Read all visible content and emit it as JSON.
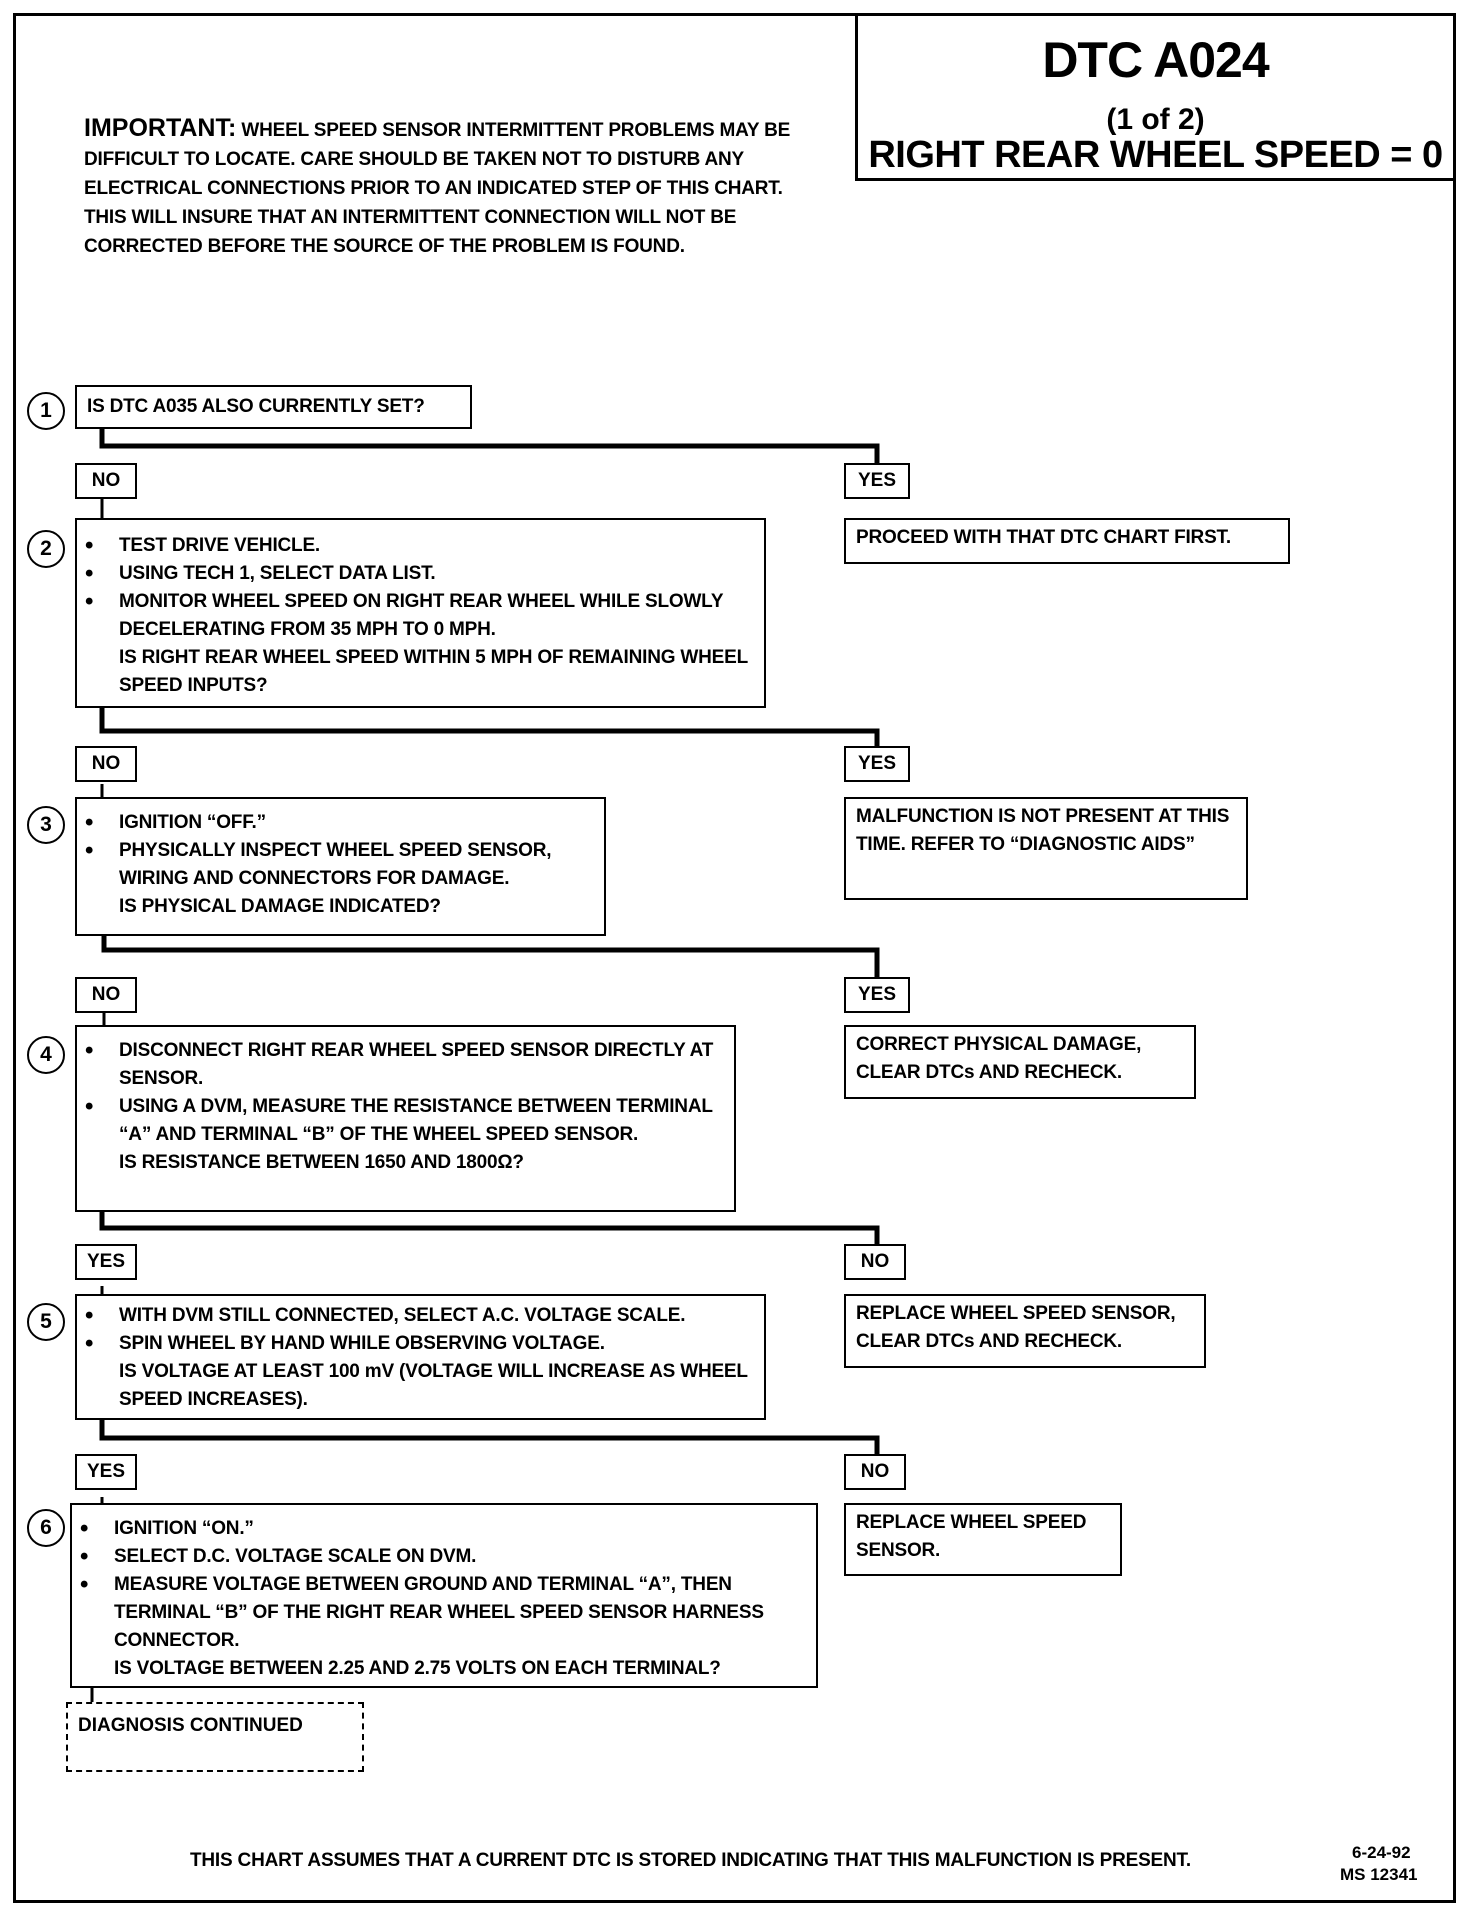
{
  "header": {
    "dtc": "DTC A024",
    "part": "(1 of 2)",
    "subtitle": "RIGHT REAR WHEEL SPEED = 0"
  },
  "important": {
    "lead": "IMPORTANT:",
    "text": "WHEEL SPEED SENSOR INTERMITTENT PROBLEMS MAY BE DIFFICULT TO LOCATE. CARE SHOULD BE TAKEN NOT TO DISTURB ANY ELECTRICAL CONNECTIONS PRIOR TO AN INDICATED STEP OF THIS CHART. THIS WILL INSURE THAT AN INTERMITTENT CONNECTION WILL NOT BE CORRECTED BEFORE THE SOURCE OF THE PROBLEM IS FOUND."
  },
  "steps": [
    {
      "number": "1",
      "bullets": [],
      "question": "IS DTC A035 ALSO CURRENTLY SET?",
      "left_label": "NO",
      "right_label": "YES",
      "right_action": "PROCEED WITH THAT DTC CHART FIRST."
    },
    {
      "number": "2",
      "bullets": [
        "TEST DRIVE VEHICLE.",
        "USING TECH 1, SELECT DATA LIST.",
        "MONITOR WHEEL SPEED ON RIGHT REAR WHEEL WHILE SLOWLY DECELERATING FROM 35 MPH TO 0 MPH."
      ],
      "question": "IS RIGHT REAR WHEEL SPEED WITHIN 5 MPH OF REMAINING WHEEL SPEED INPUTS?",
      "left_label": "NO",
      "right_label": "YES",
      "right_action": "MALFUNCTION IS NOT PRESENT AT THIS TIME. REFER TO “DIAGNOSTIC AIDS”"
    },
    {
      "number": "3",
      "bullets": [
        "IGNITION “OFF.”",
        "PHYSICALLY INSPECT WHEEL SPEED SENSOR, WIRING AND CONNECTORS FOR DAMAGE."
      ],
      "question": "IS PHYSICAL DAMAGE INDICATED?",
      "left_label": "NO",
      "right_label": "YES",
      "right_action": "CORRECT PHYSICAL DAMAGE, CLEAR DTCs AND RECHECK."
    },
    {
      "number": "4",
      "bullets": [
        "DISCONNECT RIGHT REAR WHEEL SPEED SENSOR DIRECTLY AT SENSOR.",
        "USING A DVM, MEASURE THE RESISTANCE BETWEEN TERMINAL “A” AND TERMINAL “B” OF THE WHEEL SPEED SENSOR."
      ],
      "question": "IS RESISTANCE BETWEEN 1650 AND 1800Ω?",
      "left_label": "YES",
      "right_label": "NO",
      "right_action": "REPLACE WHEEL SPEED SENSOR, CLEAR DTCs AND RECHECK."
    },
    {
      "number": "5",
      "bullets": [
        "WITH DVM STILL CONNECTED, SELECT A.C. VOLTAGE SCALE.",
        "SPIN WHEEL BY HAND WHILE OBSERVING VOLTAGE."
      ],
      "question": "IS VOLTAGE AT LEAST 100 mV (VOLTAGE WILL INCREASE AS WHEEL SPEED INCREASES).",
      "left_label": "YES",
      "right_label": "NO",
      "right_action": "REPLACE WHEEL SPEED SENSOR."
    },
    {
      "number": "6",
      "bullets": [
        "IGNITION “ON.”",
        "SELECT D.C. VOLTAGE SCALE ON DVM.",
        "MEASURE VOLTAGE BETWEEN GROUND AND TERMINAL “A”, THEN TERMINAL “B” OF THE RIGHT REAR WHEEL SPEED SENSOR HARNESS CONNECTOR."
      ],
      "question": "IS VOLTAGE BETWEEN 2.25 AND 2.75 VOLTS ON EACH TERMINAL?"
    }
  ],
  "continued": "DIAGNOSIS CONTINUED",
  "footer": {
    "note": "THIS CHART ASSUMES THAT A CURRENT DTC IS STORED INDICATING THAT THIS MALFUNCTION IS PRESENT.",
    "date": "6-24-92",
    "code": "MS 12341"
  }
}
